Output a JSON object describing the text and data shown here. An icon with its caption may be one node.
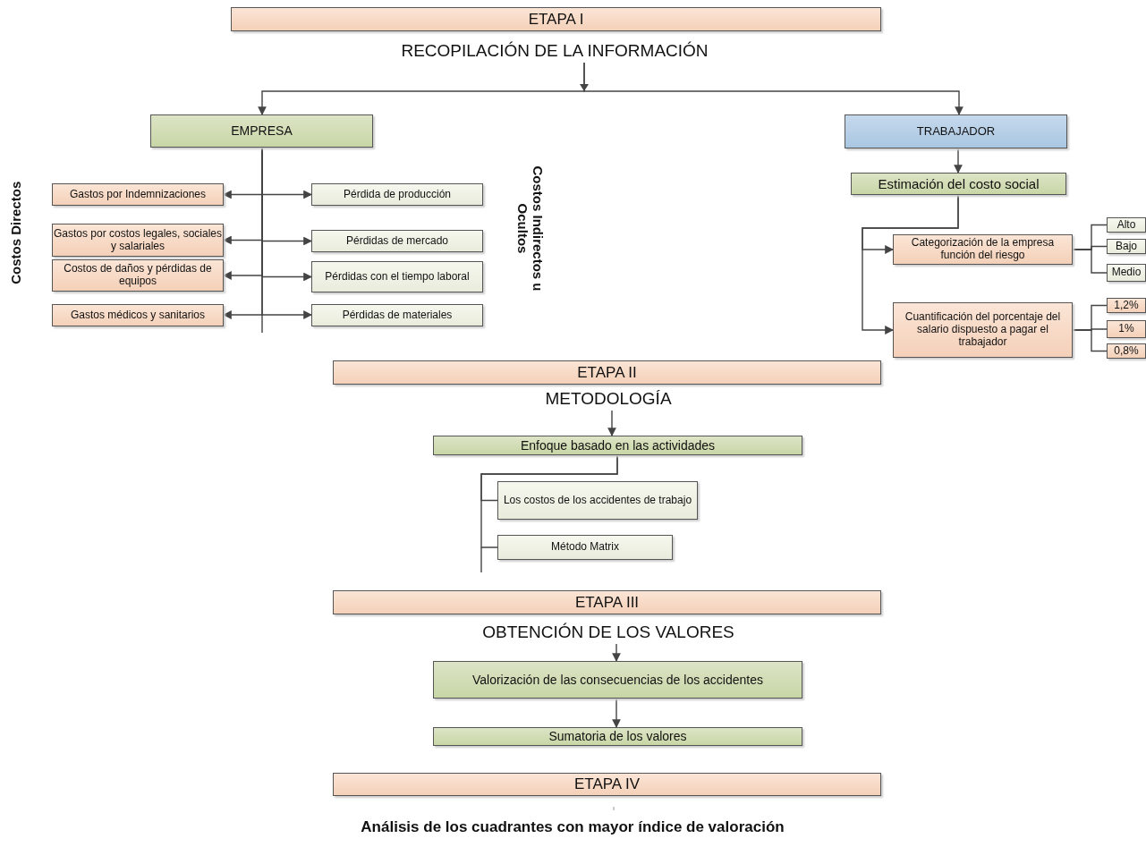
{
  "diagram": {
    "nodes": [
      {
        "text": [
          "ETAPA I"
        ]
      },
      {
        "text": [
          "RECOPILACIÓN DE LA INFORMACIÓN"
        ]
      },
      {
        "text": [
          "EMPRESA"
        ]
      },
      {
        "text": [
          "TRABAJADOR"
        ]
      },
      {
        "text": [
          "Gastos por Indemnizaciones"
        ]
      },
      {
        "text": [
          "Pérdida de producción"
        ]
      },
      {
        "text": [
          "Gastos por costos legales, sociales y salariales"
        ]
      },
      {
        "text": [
          "Pérdidas de mercado"
        ]
      },
      {
        "text": [
          "Costos de daños y pérdidas de equipos"
        ]
      },
      {
        "text": [
          "Pérdidas con el tiempo laboral"
        ]
      },
      {
        "text": [
          "Gastos médicos y sanitarios"
        ]
      },
      {
        "text": [
          "Pérdidas de materiales"
        ]
      },
      {
        "text": [
          "Estimación del costo social"
        ]
      },
      {
        "text": [
          "Categorización de la empresa función del riesgo"
        ]
      },
      {
        "text": [
          "Alto"
        ]
      },
      {
        "text": [
          "Bajo"
        ]
      },
      {
        "text": [
          "Medio"
        ]
      },
      {
        "text": [
          "Cuantificación del porcentaje del salario dispuesto a pagar el trabajador"
        ]
      },
      {
        "text": [
          "1,2%"
        ]
      },
      {
        "text": [
          "1%"
        ]
      },
      {
        "text": [
          "0,8%"
        ]
      },
      {
        "text": [
          "ETAPA II"
        ]
      },
      {
        "text": [
          "METODOLOGÍA"
        ]
      },
      {
        "text": [
          "Enfoque basado en las actividades"
        ]
      },
      {
        "text": [
          "Los costos de los accidentes de trabajo"
        ]
      },
      {
        "text": [
          "Método Matrix"
        ]
      },
      {
        "text": [
          "ETAPA III"
        ]
      },
      {
        "text": [
          "OBTENCIÓN DE LOS VALORES"
        ]
      },
      {
        "text": [
          "Valorización de las consecuencias de los accidentes"
        ]
      },
      {
        "text": [
          "Sumatoria de los valores"
        ]
      },
      {
        "text": [
          "ETAPA IV"
        ]
      },
      {
        "text": [
          "Análisis de los cuadrantes con mayor índice de valoración"
        ]
      }
    ],
    "edges": [
      {
        "from": 1,
        "to": 2,
        "arrow": "to"
      },
      {
        "from": 1,
        "to": 3,
        "arrow": "to"
      },
      {
        "from": 2,
        "to": 4,
        "arrow": "to"
      },
      {
        "from": 2,
        "to": 5,
        "arrow": "to"
      },
      {
        "from": 2,
        "to": 6,
        "arrow": "to"
      },
      {
        "from": 2,
        "to": 7,
        "arrow": "to"
      },
      {
        "from": 2,
        "to": 8,
        "arrow": "to"
      },
      {
        "from": 2,
        "to": 9,
        "arrow": "to"
      },
      {
        "from": 2,
        "to": 10,
        "arrow": "to"
      },
      {
        "from": 2,
        "to": 11,
        "arrow": "to"
      },
      {
        "from": 3,
        "to": 12,
        "arrow": "to"
      },
      {
        "from": 12,
        "to": 13,
        "arrow": "to"
      },
      {
        "from": 12,
        "to": 17,
        "arrow": "to"
      },
      {
        "from": 13,
        "to": 14,
        "arrow": "none"
      },
      {
        "from": 13,
        "to": 15,
        "arrow": "none"
      },
      {
        "from": 13,
        "to": 16,
        "arrow": "none"
      },
      {
        "from": 17,
        "to": 18,
        "arrow": "none"
      },
      {
        "from": 17,
        "to": 19,
        "arrow": "none"
      },
      {
        "from": 17,
        "to": 20,
        "arrow": "none"
      },
      {
        "from": 22,
        "to": 23,
        "arrow": "to"
      },
      {
        "from": 23,
        "to": 24,
        "arrow": "none"
      },
      {
        "from": 23,
        "to": 25,
        "arrow": "none"
      },
      {
        "from": 27,
        "to": 28,
        "arrow": "to"
      },
      {
        "from": 28,
        "to": 29,
        "arrow": "to"
      }
    ],
    "labels": [
      "Costos Directos",
      "Costos Indirectos u Ocultos"
    ]
  }
}
